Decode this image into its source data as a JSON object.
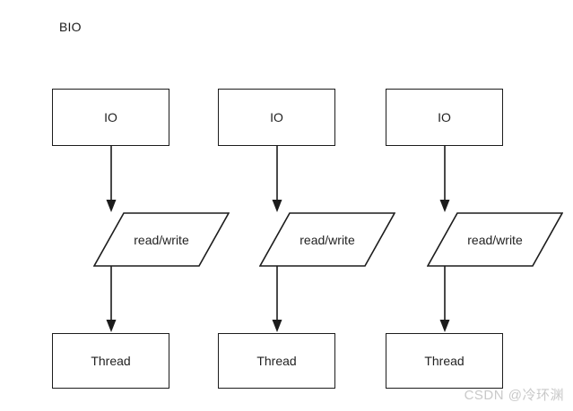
{
  "diagram": {
    "title": "BIO",
    "type": "flowchart",
    "background_color": "#ffffff",
    "stroke_color": "#1c1c1c",
    "text_color": "#222222",
    "columns": [
      {
        "id": "flow-1",
        "nodes": [
          {
            "shape": "rectangle",
            "label": "IO"
          },
          {
            "shape": "parallelogram",
            "label": "read/write"
          },
          {
            "shape": "rectangle",
            "label": "Thread"
          }
        ],
        "connectors": [
          {
            "from": "IO",
            "to": "read/write",
            "style": "arrow-down"
          },
          {
            "from": "read/write",
            "to": "Thread",
            "style": "arrow-down"
          }
        ]
      },
      {
        "id": "flow-2",
        "nodes": [
          {
            "shape": "rectangle",
            "label": "IO"
          },
          {
            "shape": "parallelogram",
            "label": "read/write"
          },
          {
            "shape": "rectangle",
            "label": "Thread"
          }
        ],
        "connectors": [
          {
            "from": "IO",
            "to": "read/write",
            "style": "arrow-down"
          },
          {
            "from": "read/write",
            "to": "Thread",
            "style": "arrow-down"
          }
        ]
      },
      {
        "id": "flow-3",
        "nodes": [
          {
            "shape": "rectangle",
            "label": "IO"
          },
          {
            "shape": "parallelogram",
            "label": "read/write"
          },
          {
            "shape": "rectangle",
            "label": "Thread"
          }
        ],
        "connectors": [
          {
            "from": "IO",
            "to": "read/write",
            "style": "arrow-down"
          },
          {
            "from": "read/write",
            "to": "Thread",
            "style": "arrow-down"
          }
        ]
      }
    ]
  },
  "watermark": {
    "text": "CSDN @冷环渊",
    "color": "#c9c9c9"
  }
}
